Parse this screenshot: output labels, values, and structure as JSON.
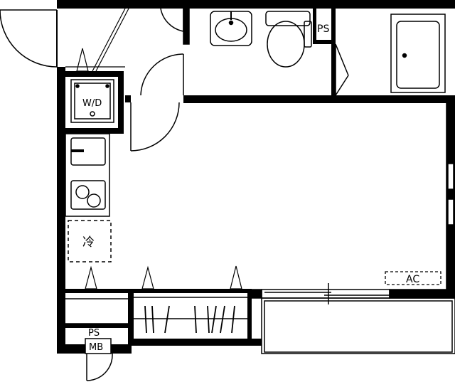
{
  "labels": {
    "washer_dryer": "W/D",
    "pipe_space_top": "PS",
    "pipe_space_bottom": "PS",
    "meter_box": "MB",
    "refrigerator": "冷",
    "air_conditioner": "AC"
  },
  "colors": {
    "wall": "#000000",
    "line": "#000000",
    "background": "#ffffff"
  }
}
